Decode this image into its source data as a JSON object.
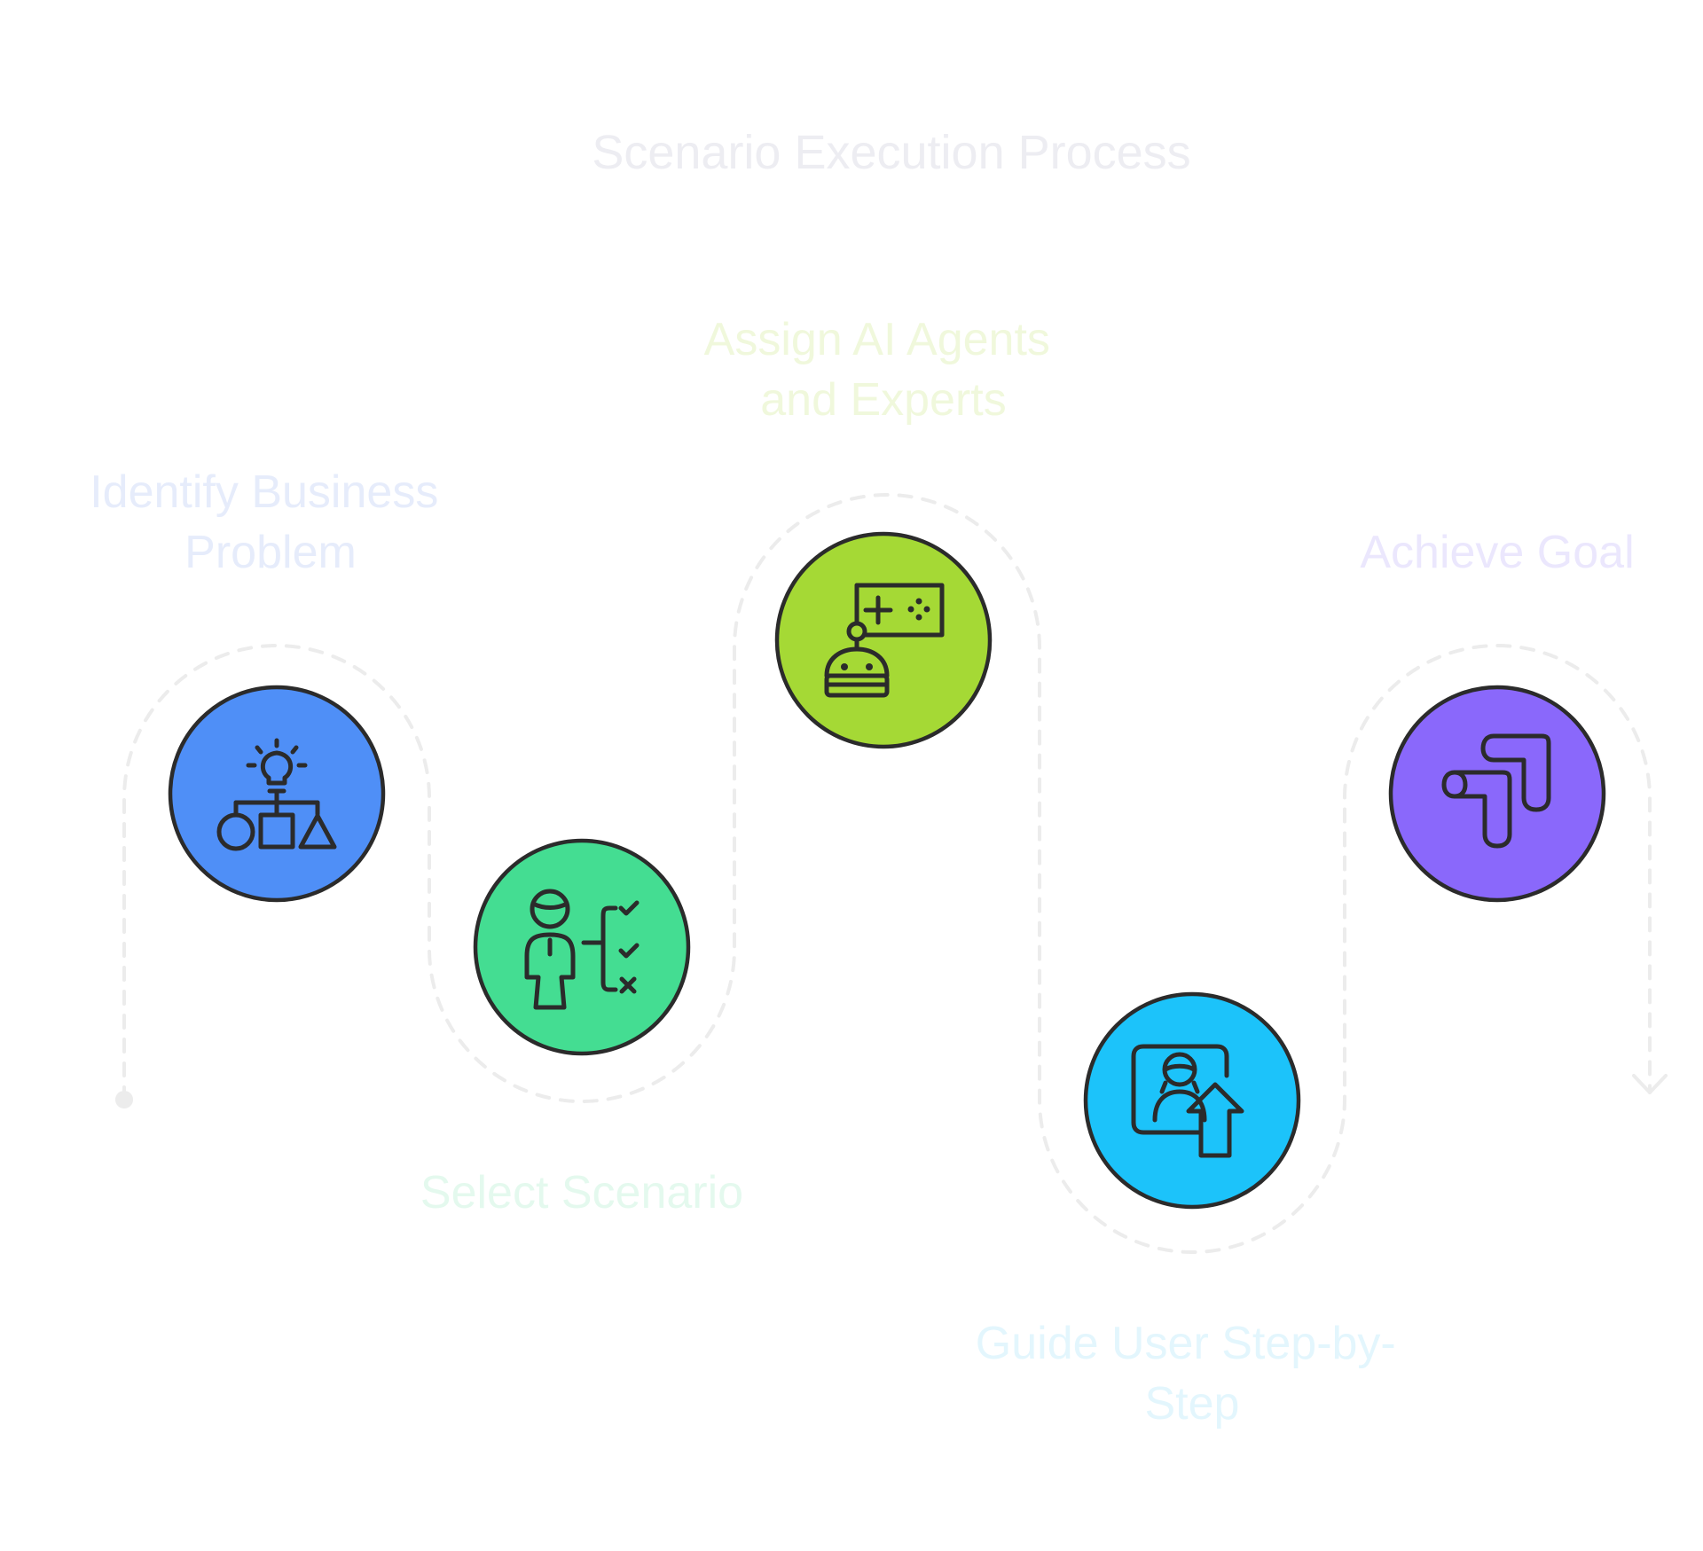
{
  "diagram": {
    "title": "Scenario Execution Process",
    "title_color": "#ededf2",
    "steps": [
      {
        "id": "identify",
        "label_lines": [
          "Identify Business",
          "Problem"
        ],
        "color": "#4f8ff7",
        "label_color": "#e6ecfb",
        "icon": "lightbulb-shapes-icon"
      },
      {
        "id": "select",
        "label_lines": [
          "Select Scenario"
        ],
        "color": "#44dd92",
        "label_color": "#e4f9ee",
        "icon": "person-checklist-icon"
      },
      {
        "id": "assign",
        "label_lines": [
          "Assign AI Agents",
          "and Experts"
        ],
        "color": "#a5d935",
        "label_color": "#f0f8dc",
        "icon": "robot-gamepad-icon"
      },
      {
        "id": "guide",
        "label_lines": [
          "Guide User Step-by-",
          "Step"
        ],
        "color": "#1cc3fa",
        "label_color": "#e3f6fd",
        "icon": "user-upload-icon"
      },
      {
        "id": "achieve",
        "label_lines": [
          "Achieve Goal"
        ],
        "color": "#8a68fb",
        "label_color": "#ebe7fd",
        "icon": "route-arrows-icon"
      }
    ]
  }
}
